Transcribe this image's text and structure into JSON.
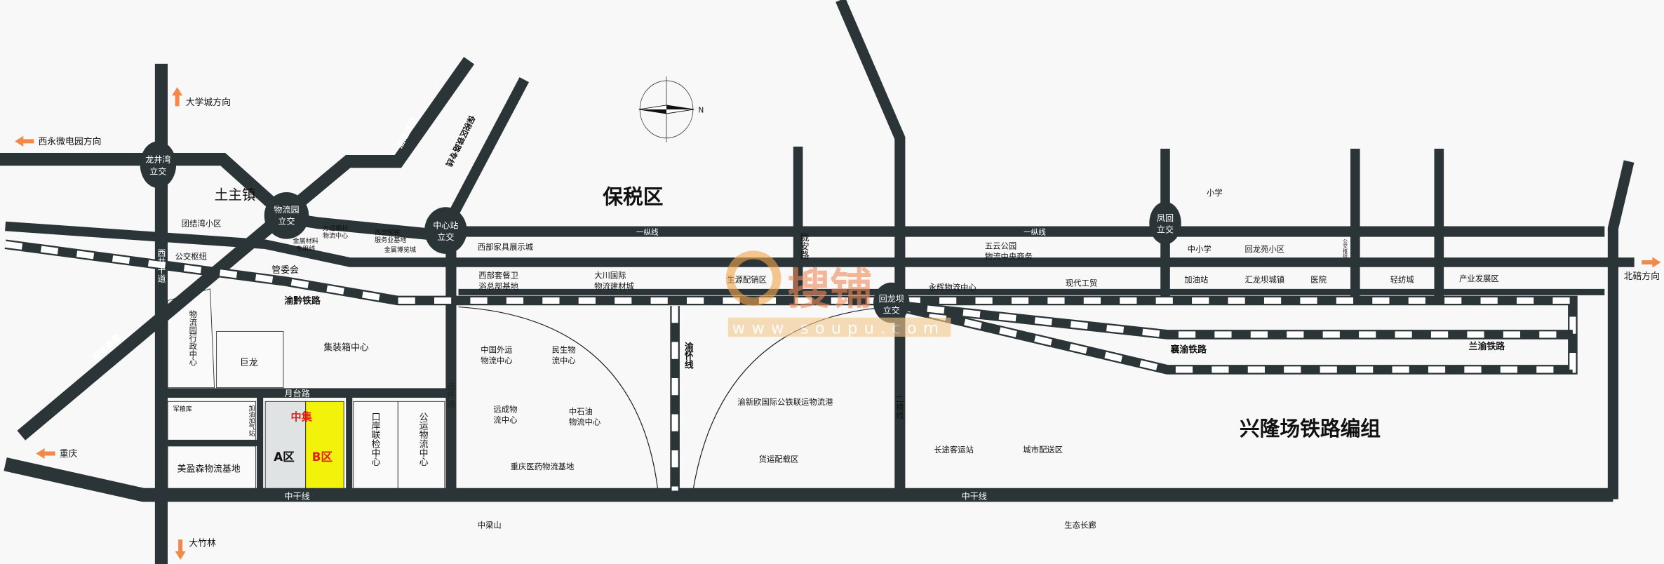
{
  "map": {
    "colors": {
      "road": "#2b3538",
      "zone_a": "#dfe3e3",
      "zone_b": "#f2f20a",
      "arrow": "#f0894a",
      "watermark": "#f3a64a",
      "highlight_text": "#e0201a"
    },
    "compass_north": "N",
    "interchanges": {
      "longjingwan": [
        "龙井湾",
        "立交"
      ],
      "wuliuyuan": [
        "物流园",
        "立交"
      ],
      "zhongxinzhan": [
        "中心站",
        "立交"
      ],
      "fenghui": [
        "凤回",
        "立交"
      ],
      "huilongba": [
        "回龙坝",
        "立交"
      ]
    },
    "directions": {
      "daxuecheng": "大学城方向",
      "xiyong": "西永微电园方向",
      "chongqing": "重庆",
      "dazhulin": "大竹林",
      "beibei": "北碚方向"
    },
    "roads": {
      "xijing": "西井干道",
      "yusui_top": "渝遂高速",
      "yusui_bottom": "渝遂高速",
      "bonded_rail": "保税区铁路专线",
      "yizong_1": "一纵线",
      "yizong_2": "一纵线",
      "longan": "陇安路",
      "yuetai": "月台路",
      "yuanhuai": "远怀路",
      "zhonggan_1": "中干线",
      "zhonggan_2": "中干线",
      "erheng": "二横线",
      "yuqian_rail": "渝黔铁路",
      "yuhuai_rail": "渝怀线",
      "lanyu_rail": "兰渝铁路",
      "xiangyu_rail": "襄渝铁路"
    },
    "areas": {
      "tuzhu": "土主镇",
      "bonded": "保税区",
      "xinglongchang": "兴隆场铁路编组",
      "tuanjiewan": "团结湾小区",
      "bus_hub": "公交枢纽",
      "guanweihui": "管委会",
      "fangyun": [
        "方运钢材",
        "物流中心"
      ],
      "metal_line": [
        "金属材料",
        "专用线"
      ],
      "xibu_steel": [
        "西部钢铁",
        "服务业基地"
      ],
      "metal_expo": "金属博览城",
      "furniture": "西部家具展示城",
      "sanitary": [
        "西部套餐卫",
        "浴总部基地"
      ],
      "dachuan": [
        "大川国际",
        "物流建材城"
      ],
      "shengyuan": "生源配销区",
      "wuyun": [
        "五云公园",
        "物流中央商务"
      ],
      "yonghui": "永辉物流中心",
      "xiandai": "现代工贸",
      "primary_school": "小学",
      "school": "中小学",
      "huilongyuan": "回龙苑小区",
      "bus_hub_2": "公交枢纽",
      "gas_station": "加油站",
      "huilongba_town": "汇龙坝城镇",
      "hospital": "医院",
      "textile": "轻纺城",
      "industry": "产业发展区",
      "admin_center": "物流园行政中心",
      "julong": "巨龙",
      "container": "集装箱中心",
      "granary": "军粮库",
      "fuel_station": "加油加气站",
      "meiyingsen": "美盈森物流基地",
      "zhongji": "中集",
      "zone_a": "A区",
      "zone_b": "B区",
      "port_inspection": "口岸联检中心",
      "gongyun": "公运物流中心",
      "sinotrans": [
        "中国外运",
        "物流中心"
      ],
      "minsheng": [
        "民生物",
        "流中心"
      ],
      "yuancheng": [
        "远成物",
        "流中心"
      ],
      "petrochina": [
        "中石油",
        "物流中心"
      ],
      "pharma": "重庆医药物流基地",
      "yuxinou": "渝新欧国际公铁联运物流港",
      "freight": "货运配载区",
      "coach_station": "长途客运站",
      "city_distribution": "城市配送区",
      "zhongliangshan": "中梁山",
      "ecology": "生态长廊"
    },
    "watermark": {
      "logo": "搜铺",
      "url": "www.soupu.com"
    }
  }
}
